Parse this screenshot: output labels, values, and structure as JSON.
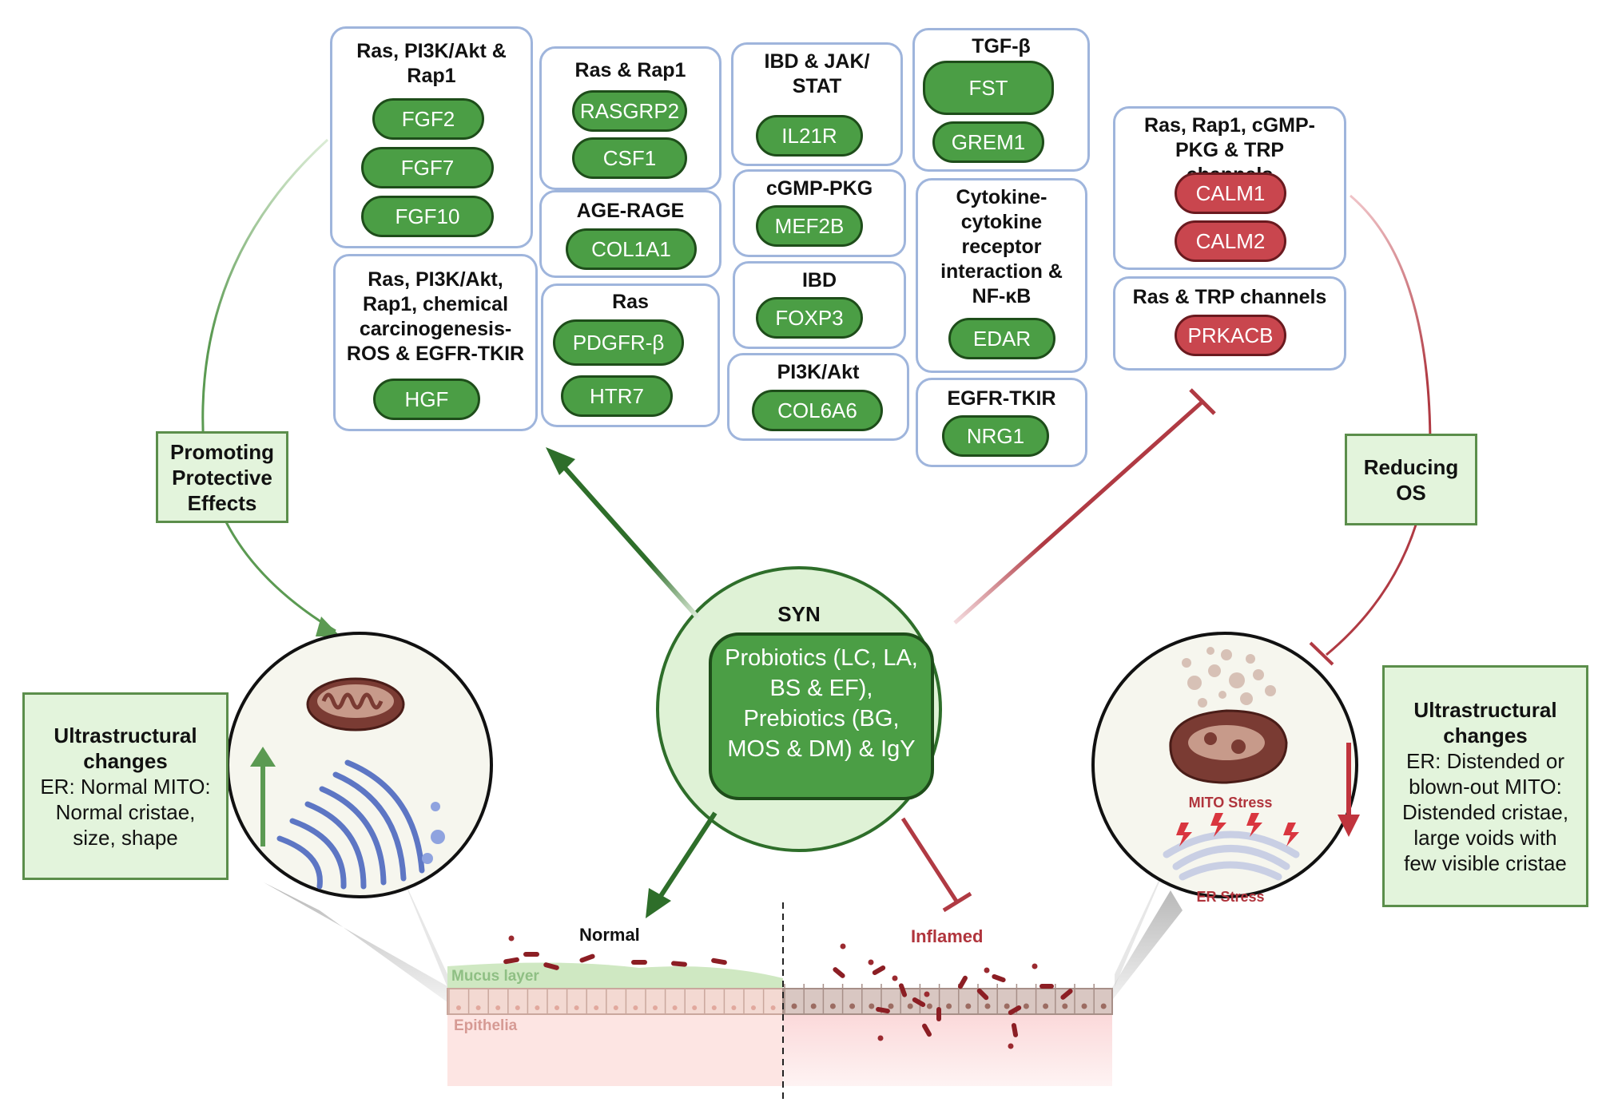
{
  "panels": {
    "ras_pi3k_rap1": {
      "title": "Ras, PI3K/Akt & Rap1",
      "genes": [
        "FGF2",
        "FGF7",
        "FGF10"
      ]
    },
    "ras_rap1": {
      "title": "Ras & Rap1",
      "genes": [
        "RASGRP2",
        "CSF1"
      ]
    },
    "age_rage": {
      "title": "AGE-RAGE",
      "genes": [
        "COL1A1"
      ]
    },
    "ras": {
      "title": "Ras",
      "genes": [
        "PDGFR-β",
        "HTR7"
      ]
    },
    "ibd_jak": {
      "title": "IBD & JAK/ STAT",
      "genes": [
        "IL21R"
      ]
    },
    "cgmp": {
      "title": "cGMP-PKG",
      "genes": [
        "MEF2B"
      ]
    },
    "ibd": {
      "title": "IBD",
      "genes": [
        "FOXP3"
      ]
    },
    "pi3k": {
      "title": "PI3K/Akt",
      "genes": [
        "COL6A6"
      ]
    },
    "tgf": {
      "title": "TGF-β",
      "genes": [
        "FST",
        "GREM1"
      ]
    },
    "cytokine": {
      "title": "Cytokine- cytokine receptor interaction & NF-κB",
      "genes": [
        "EDAR"
      ]
    },
    "egfr": {
      "title": "EGFR-TKIR",
      "genes": [
        "NRG1"
      ]
    },
    "ras_pi3k_long": {
      "title": "Ras, PI3K/Akt, Rap1, chemical carcinogenesis- ROS & EGFR-TKIR",
      "genes": [
        "HGF"
      ]
    },
    "ras_rap1_trp": {
      "title": "Ras, Rap1, cGMP-PKG & TRP channels",
      "genes": [
        "CALM1",
        "CALM2"
      ]
    },
    "ras_trp": {
      "title": "Ras & TRP channels",
      "genes": [
        "PRKACB"
      ]
    }
  },
  "labels": {
    "promoting": "Promoting Protective Effects",
    "reducing": "Reducing OS"
  },
  "center": {
    "title": "SYN",
    "content": "Probiotics (LC, LA, BS & EF), Prebiotics (BG, MOS & DM) & IgY"
  },
  "left_ultra": {
    "title": "Ultrastructural changes",
    "body": "ER: Normal MITO: Normal cristae, size, shape"
  },
  "right_ultra": {
    "title": "Ultrastructural changes",
    "body": "ER: Distended or blown-out MITO: Distended cristae, large voids with few visible cristae"
  },
  "stress": {
    "mito": "MITO Stress",
    "er": "ER Stress"
  },
  "gut": {
    "normal": "Normal",
    "inflamed": "Inflamed",
    "mucus": "Mucus layer",
    "epithelia": "Epithelia"
  },
  "colors": {
    "up_green": "#4b9e45",
    "down_red": "#c9464e",
    "panel_border": "#9fb5dc",
    "label_fill": "#e3f4dc"
  }
}
